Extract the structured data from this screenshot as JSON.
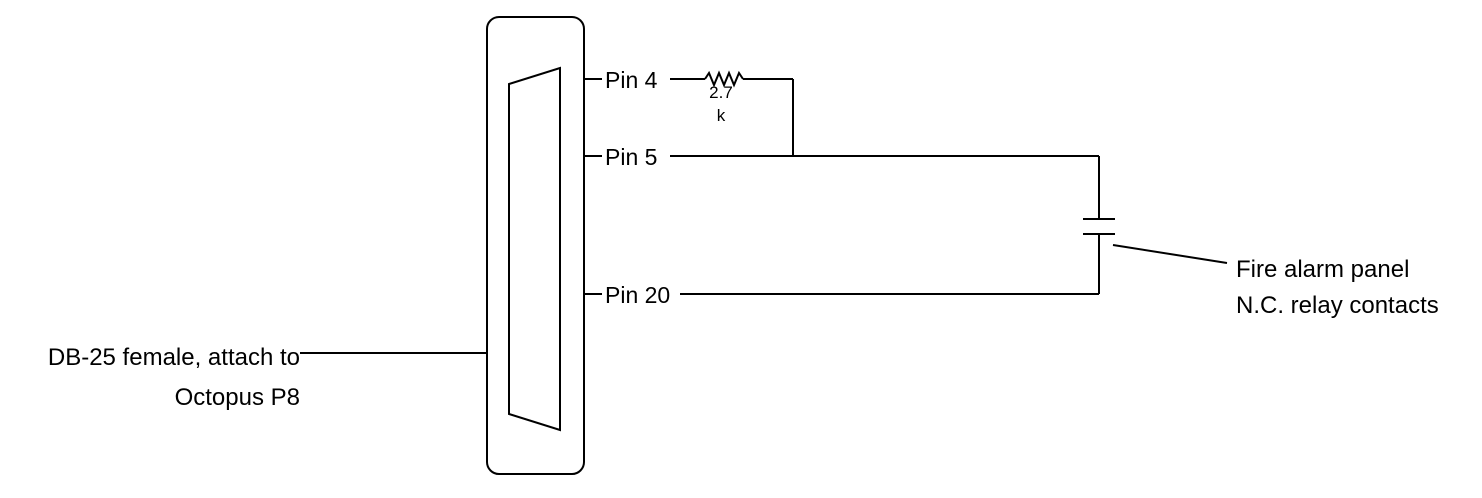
{
  "diagram": {
    "pins": [
      {
        "id": "pin4",
        "label": "Pin 4"
      },
      {
        "id": "pin5",
        "label": "Pin 5"
      },
      {
        "id": "pin20",
        "label": "Pin 20"
      }
    ],
    "resistor": {
      "value_line1": "2.7",
      "value_line2": "k"
    },
    "connector_label": {
      "line1": "DB-25 female, attach to",
      "line2": "Octopus P8"
    },
    "relay_label": {
      "line1": "Fire alarm panel",
      "line2": "N.C. relay contacts"
    }
  }
}
